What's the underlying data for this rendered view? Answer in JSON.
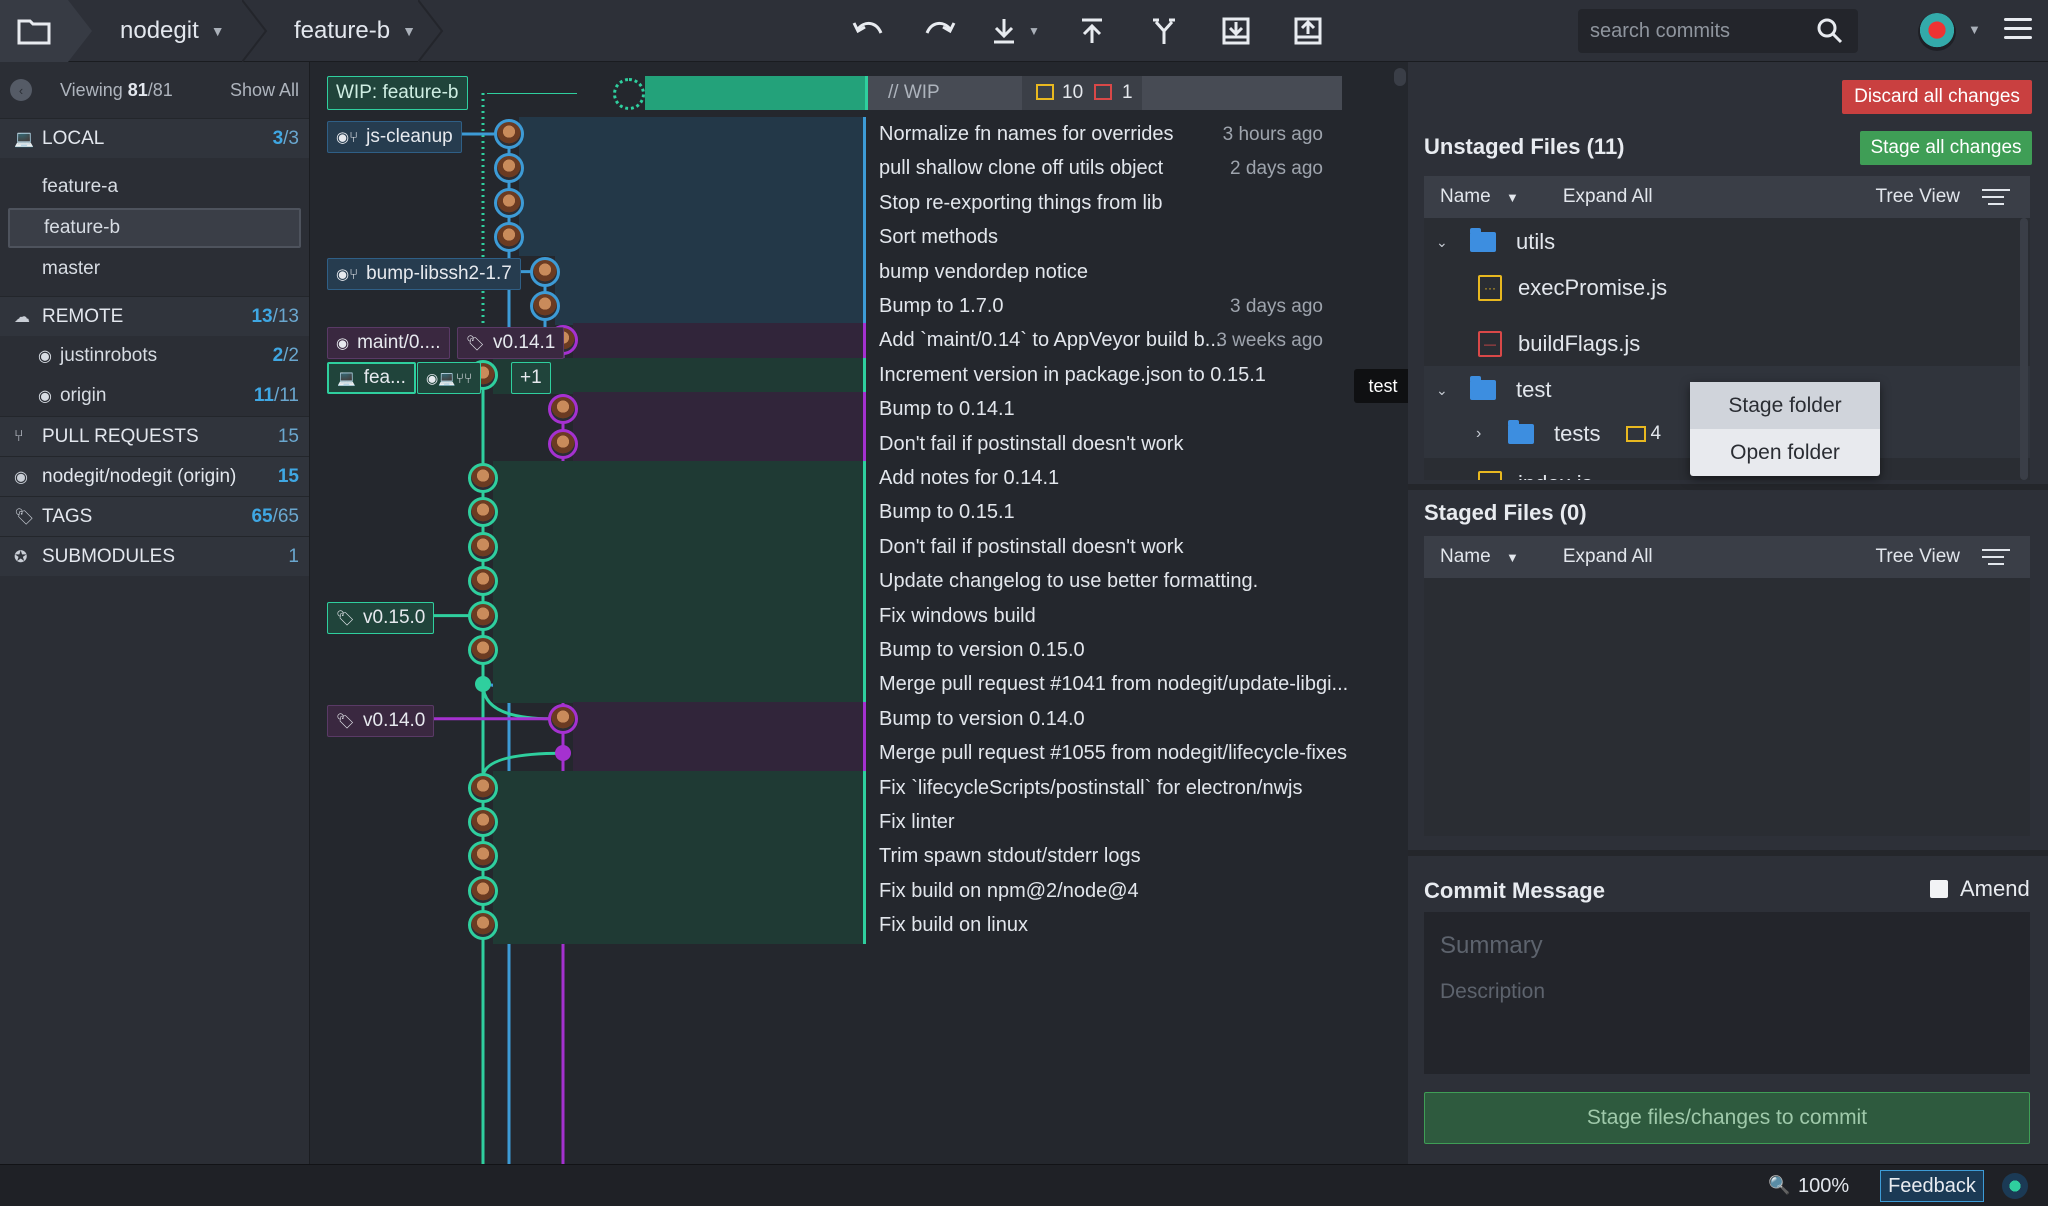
{
  "toolbar": {
    "repo": "nodegit",
    "branch": "feature-b",
    "search_placeholder": "search commits"
  },
  "sidebar": {
    "viewing_prefix": "Viewing ",
    "viewing_count": "81",
    "viewing_total": "/81",
    "show_all": "Show All",
    "local": {
      "label": "LOCAL",
      "count": "3",
      "total": "/3"
    },
    "local_branches": [
      "feature-a",
      "feature-b",
      "master"
    ],
    "remote": {
      "label": "REMOTE",
      "count": "13",
      "total": "/13"
    },
    "remotes": [
      {
        "name": "justinrobots",
        "count": "2",
        "total": "/2"
      },
      {
        "name": "origin",
        "count": "11",
        "total": "/11"
      }
    ],
    "pull_requests": {
      "label": "PULL REQUESTS",
      "count": "15"
    },
    "nodegit_origin": {
      "label": "nodegit/nodegit (origin)",
      "count": "15"
    },
    "tags": {
      "label": "TAGS",
      "count": "65",
      "total": "/65"
    },
    "submodules": {
      "label": "SUBMODULES",
      "count": "1"
    }
  },
  "graph": {
    "wip_label": "WIP: feature-b",
    "wip_text": "// WIP",
    "wip_modified": "10",
    "wip_deleted": "1",
    "refs": {
      "js_cleanup": "js-cleanup",
      "bump_libssh2": "bump-libssh2-1.7",
      "maint": "maint/0....",
      "v0141": "v0.14.1",
      "fea": "fea...",
      "plus_one": "+1",
      "v0150": "v0.15.0",
      "v0140": "v0.14.0"
    },
    "commits": [
      {
        "msg": "Normalize fn names for overrides",
        "time": "3 hours ago"
      },
      {
        "msg": "pull shallow clone off utils object",
        "time": "2 days ago"
      },
      {
        "msg": "Stop re-exporting things from lib",
        "time": ""
      },
      {
        "msg": "Sort methods",
        "time": ""
      },
      {
        "msg": "bump vendordep notice",
        "time": ""
      },
      {
        "msg": "Bump to 1.7.0",
        "time": "3 days ago"
      },
      {
        "msg": "Add `maint/0.14` to AppVeyor build b...",
        "time": "3 weeks ago"
      },
      {
        "msg": "Increment version in package.json to 0.15.1",
        "time": ""
      },
      {
        "msg": "Bump to 0.14.1",
        "time": ""
      },
      {
        "msg": "Don't fail if postinstall doesn't work",
        "time": ""
      },
      {
        "msg": "Add notes for 0.14.1",
        "time": ""
      },
      {
        "msg": "Bump to 0.15.1",
        "time": ""
      },
      {
        "msg": "Don't fail if postinstall doesn't work",
        "time": ""
      },
      {
        "msg": "Update changelog to use better formatting.",
        "time": ""
      },
      {
        "msg": "Fix windows build",
        "time": ""
      },
      {
        "msg": "Bump to version 0.15.0",
        "time": ""
      },
      {
        "msg": "Merge pull request #1041 from nodegit/update-libgi...",
        "time": ""
      },
      {
        "msg": "Bump to version 0.14.0",
        "time": ""
      },
      {
        "msg": "Merge pull request #1055 from nodegit/lifecycle-fixes",
        "time": ""
      },
      {
        "msg": "Fix `lifecycleScripts/postinstall` for electron/nwjs",
        "time": ""
      },
      {
        "msg": "Fix linter",
        "time": ""
      },
      {
        "msg": "Trim spawn stdout/stderr logs",
        "time": ""
      },
      {
        "msg": "Fix build on npm@2/node@4",
        "time": ""
      },
      {
        "msg": "Fix build on linux",
        "time": ""
      }
    ]
  },
  "right": {
    "discard_all": "Discard all changes",
    "unstaged_title": "Unstaged Files (11)",
    "stage_all": "Stage all changes",
    "name_col": "Name",
    "expand_all": "Expand All",
    "tree_view": "Tree View",
    "files": {
      "utils": "utils",
      "exec_promise": "execPromise.js",
      "build_flags": "buildFlags.js",
      "test": "test",
      "tests": "tests",
      "tests_count": "4",
      "index": "index.js"
    },
    "tooltip": "test",
    "context_menu": [
      "Stage folder",
      "Open folder"
    ],
    "staged_title": "Staged Files (0)",
    "commit_message": "Commit Message",
    "amend": "Amend",
    "summary_placeholder": "Summary",
    "description_placeholder": "Description",
    "commit_button": "Stage files/changes to commit"
  },
  "statusbar": {
    "zoom": "100%",
    "feedback": "Feedback"
  },
  "colors": {
    "green": "#2fcf9e",
    "blue": "#3d9bd6",
    "purple": "#a531d0",
    "discard": "#c94040",
    "stage": "#3f9e56"
  }
}
